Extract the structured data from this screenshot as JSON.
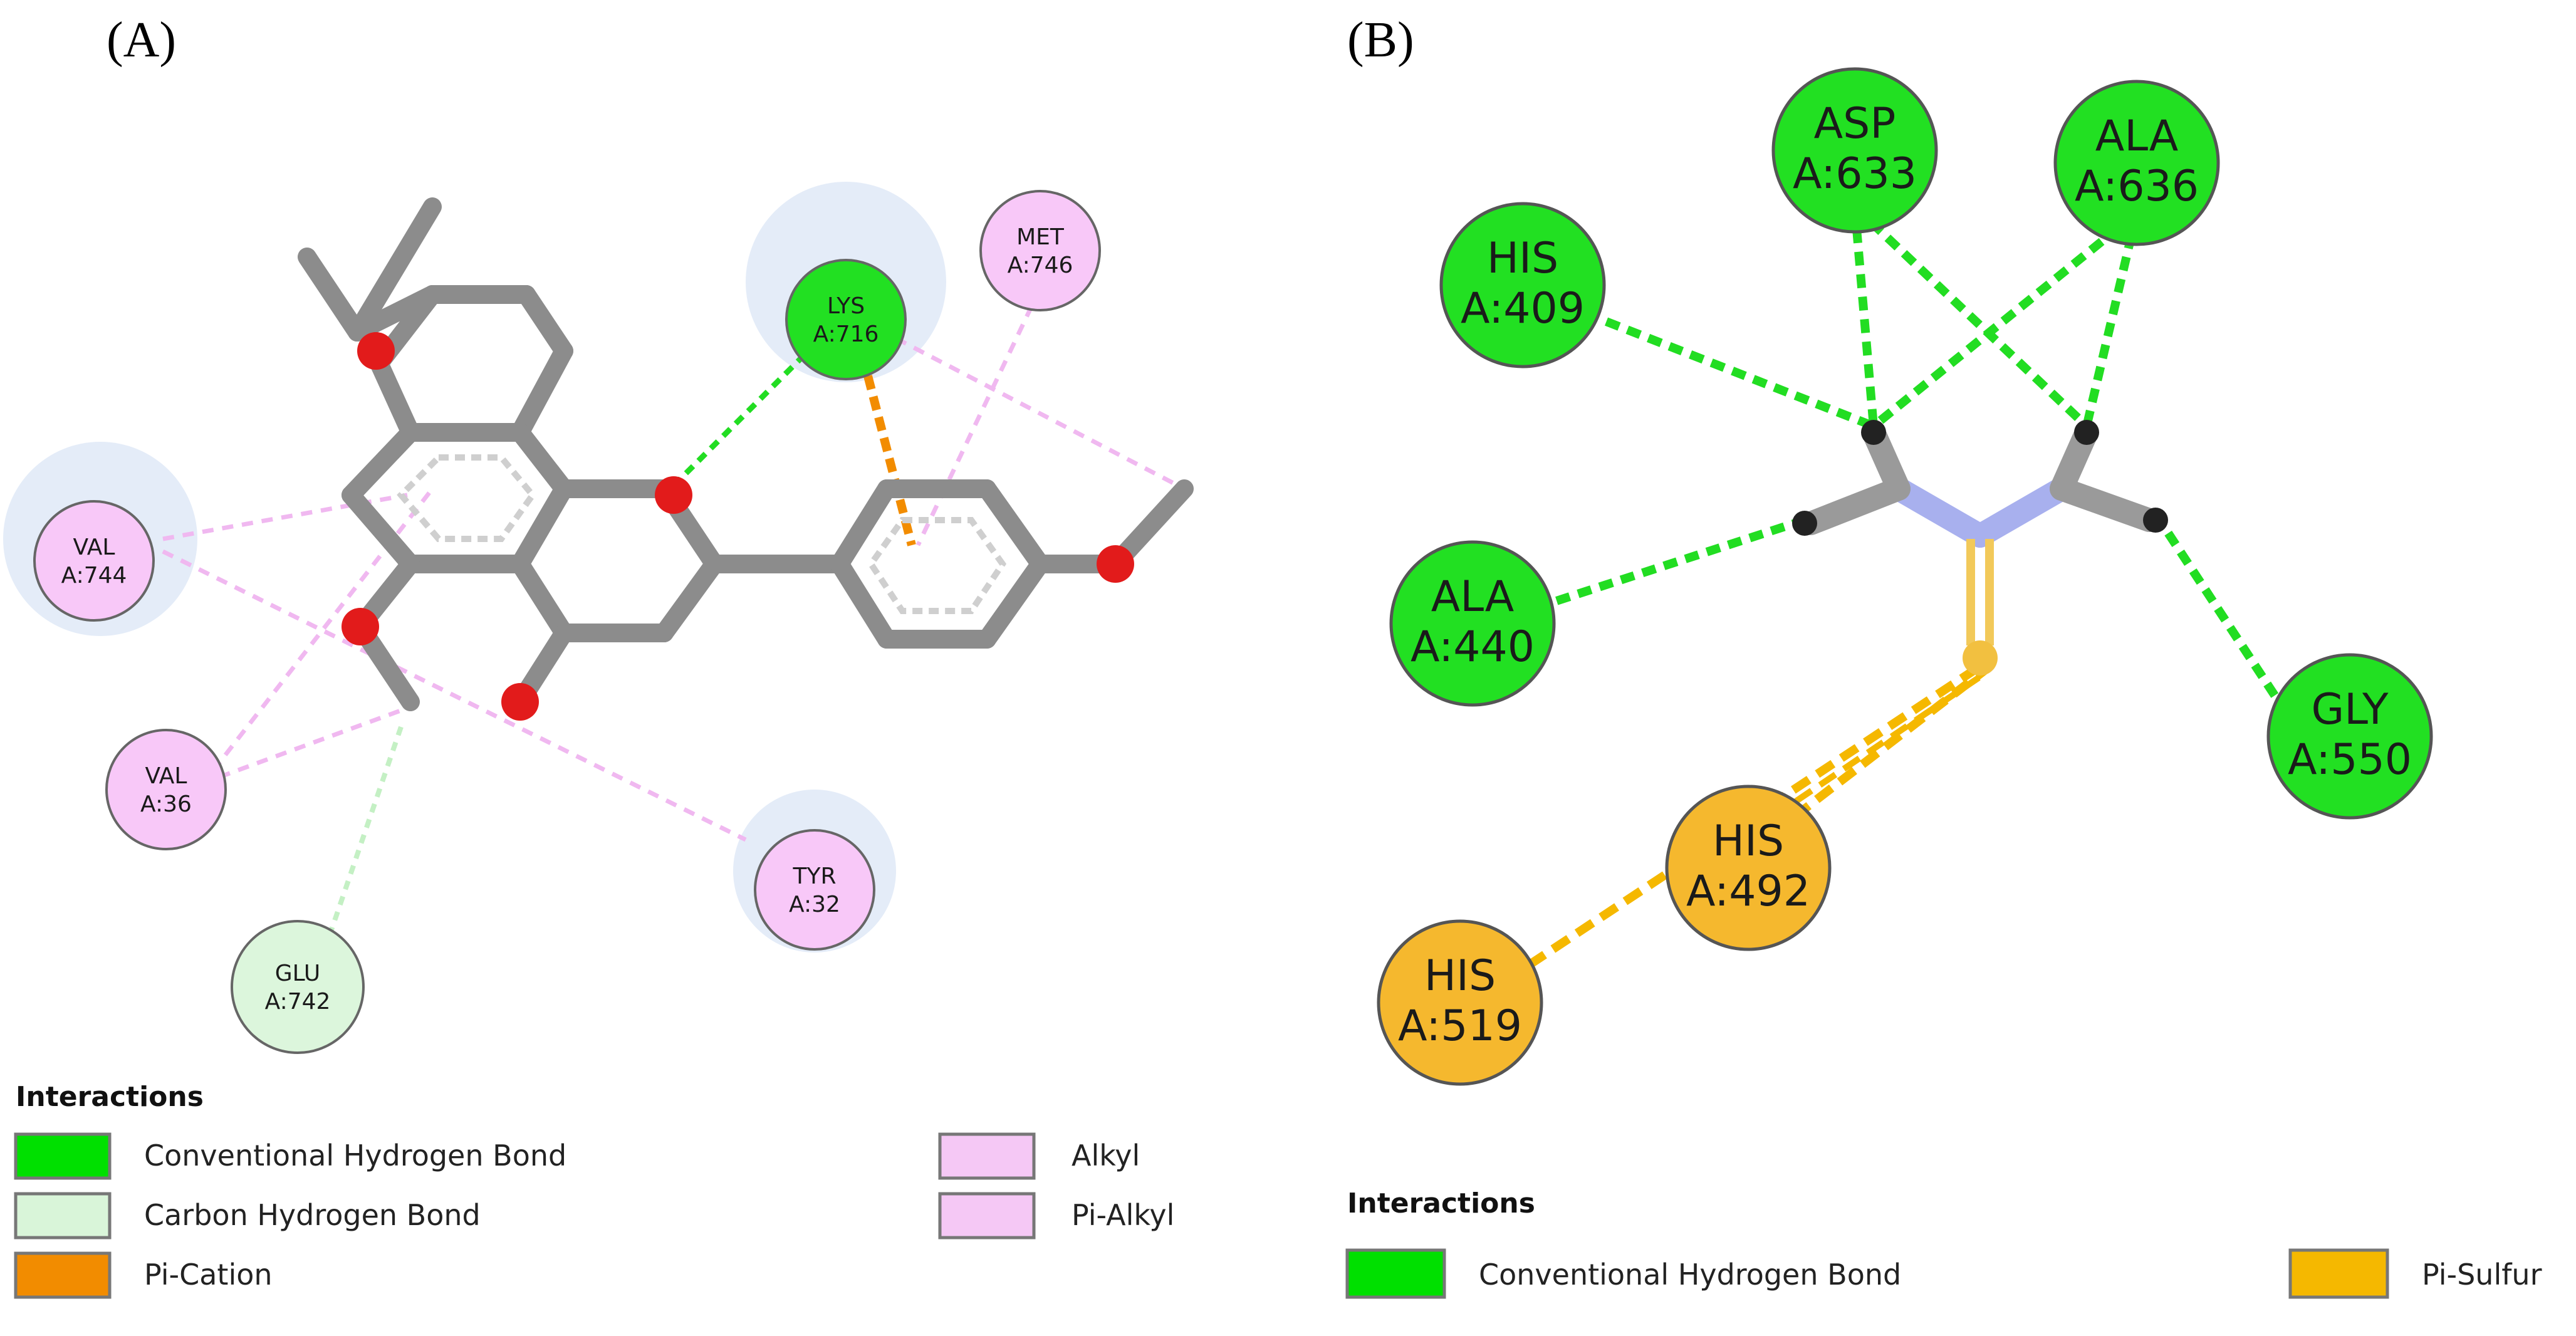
{
  "panels": [
    {
      "label": "(A)",
      "residues": [
        {
          "line1": "LYS",
          "line2": "A:716"
        },
        {
          "line1": "MET",
          "line2": "A:746"
        },
        {
          "line1": "VAL",
          "line2": "A:744"
        },
        {
          "line1": "VAL",
          "line2": "A:36"
        },
        {
          "line1": "TYR",
          "line2": "A:32"
        },
        {
          "line1": "GLU",
          "line2": "A:742"
        }
      ],
      "legend": {
        "title": "Interactions",
        "items": [
          {
            "label": "Conventional Hydrogen Bond",
            "color": "#00e000"
          },
          {
            "label": "Carbon Hydrogen Bond",
            "color": "#d9f5d9"
          },
          {
            "label": "Pi-Cation",
            "color": "#f28c00"
          },
          {
            "label": "Alkyl",
            "color": "#f5c8f5"
          },
          {
            "label": "Pi-Alkyl",
            "color": "#f5c8f5"
          }
        ]
      }
    },
    {
      "label": "(B)",
      "residues": [
        {
          "line1": "ASP",
          "line2": "A:633"
        },
        {
          "line1": "ALA",
          "line2": "A:636"
        },
        {
          "line1": "HIS",
          "line2": "A:409"
        },
        {
          "line1": "ALA",
          "line2": "A:440"
        },
        {
          "line1": "GLY",
          "line2": "A:550"
        },
        {
          "line1": "HIS",
          "line2": "A:492"
        },
        {
          "line1": "HIS",
          "line2": "A:519"
        }
      ],
      "legend": {
        "title": "Interactions",
        "items": [
          {
            "label": "Conventional Hydrogen Bond",
            "color": "#00e000"
          },
          {
            "label": "Pi-Sulfur",
            "color": "#f5b800"
          }
        ]
      }
    }
  ]
}
